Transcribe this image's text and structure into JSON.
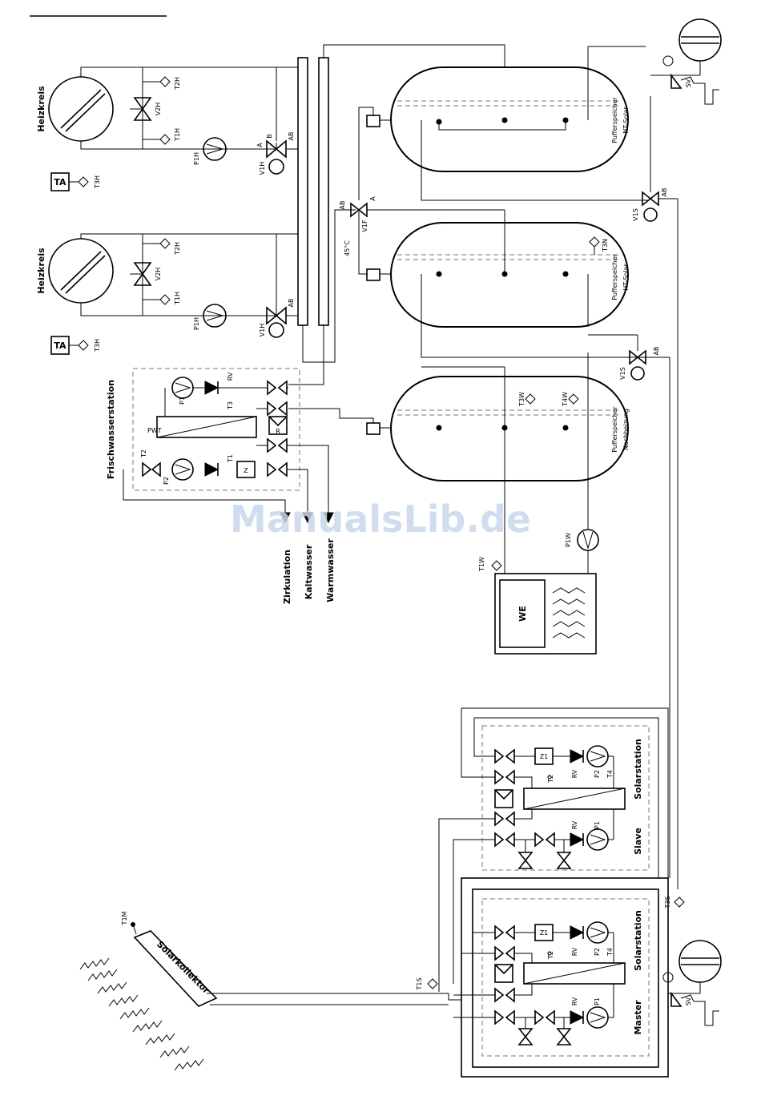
{
  "labels": {
    "heizkreis": "Heizkreis",
    "frischwasserstation": "Frischwasserstation",
    "zirkulation": "Zirkulation",
    "kaltwasser": "Kaltwasser",
    "warmwasser": "Warmwasser",
    "solarkollektor": "Solarkollektor",
    "solarstation": "Solarstation",
    "master": "Master",
    "slave": "Slave",
    "we": "WE",
    "ta": "TA",
    "pwt": "PWT",
    "nt_solar_1": "Pufferspeicher",
    "nt_solar_2": "NT-Solar",
    "ht_solar_1": "Pufferspeicher",
    "ht_solar_2": "HT-Solar",
    "nach_1": "Pufferspeicher",
    "nach_2": "Nachheizung",
    "temp45": "45°C",
    "t1h": "T1H",
    "t2h": "T2H",
    "t3h": "T3H",
    "v2h": "V2H",
    "v1h": "V1H",
    "p1h": "P1H",
    "v1f": "V1F",
    "v1s": "V1S",
    "sv": "SV",
    "t1": "T1",
    "t2": "T2",
    "t3": "T3",
    "t4": "T4",
    "t3w": "T3W",
    "t4w": "T4W",
    "t1w": "T1W",
    "p1w": "P1W",
    "t1m": "T1M",
    "t1s": "T1S",
    "t3s": "T3S",
    "t3n": "T3N",
    "p1": "P1",
    "p2": "P2",
    "rv": "RV",
    "z": "Z",
    "z1": "Z1",
    "r": "R",
    "a": "A",
    "b": "B",
    "ab": "AB"
  },
  "watermark": "ManualsLib.de"
}
